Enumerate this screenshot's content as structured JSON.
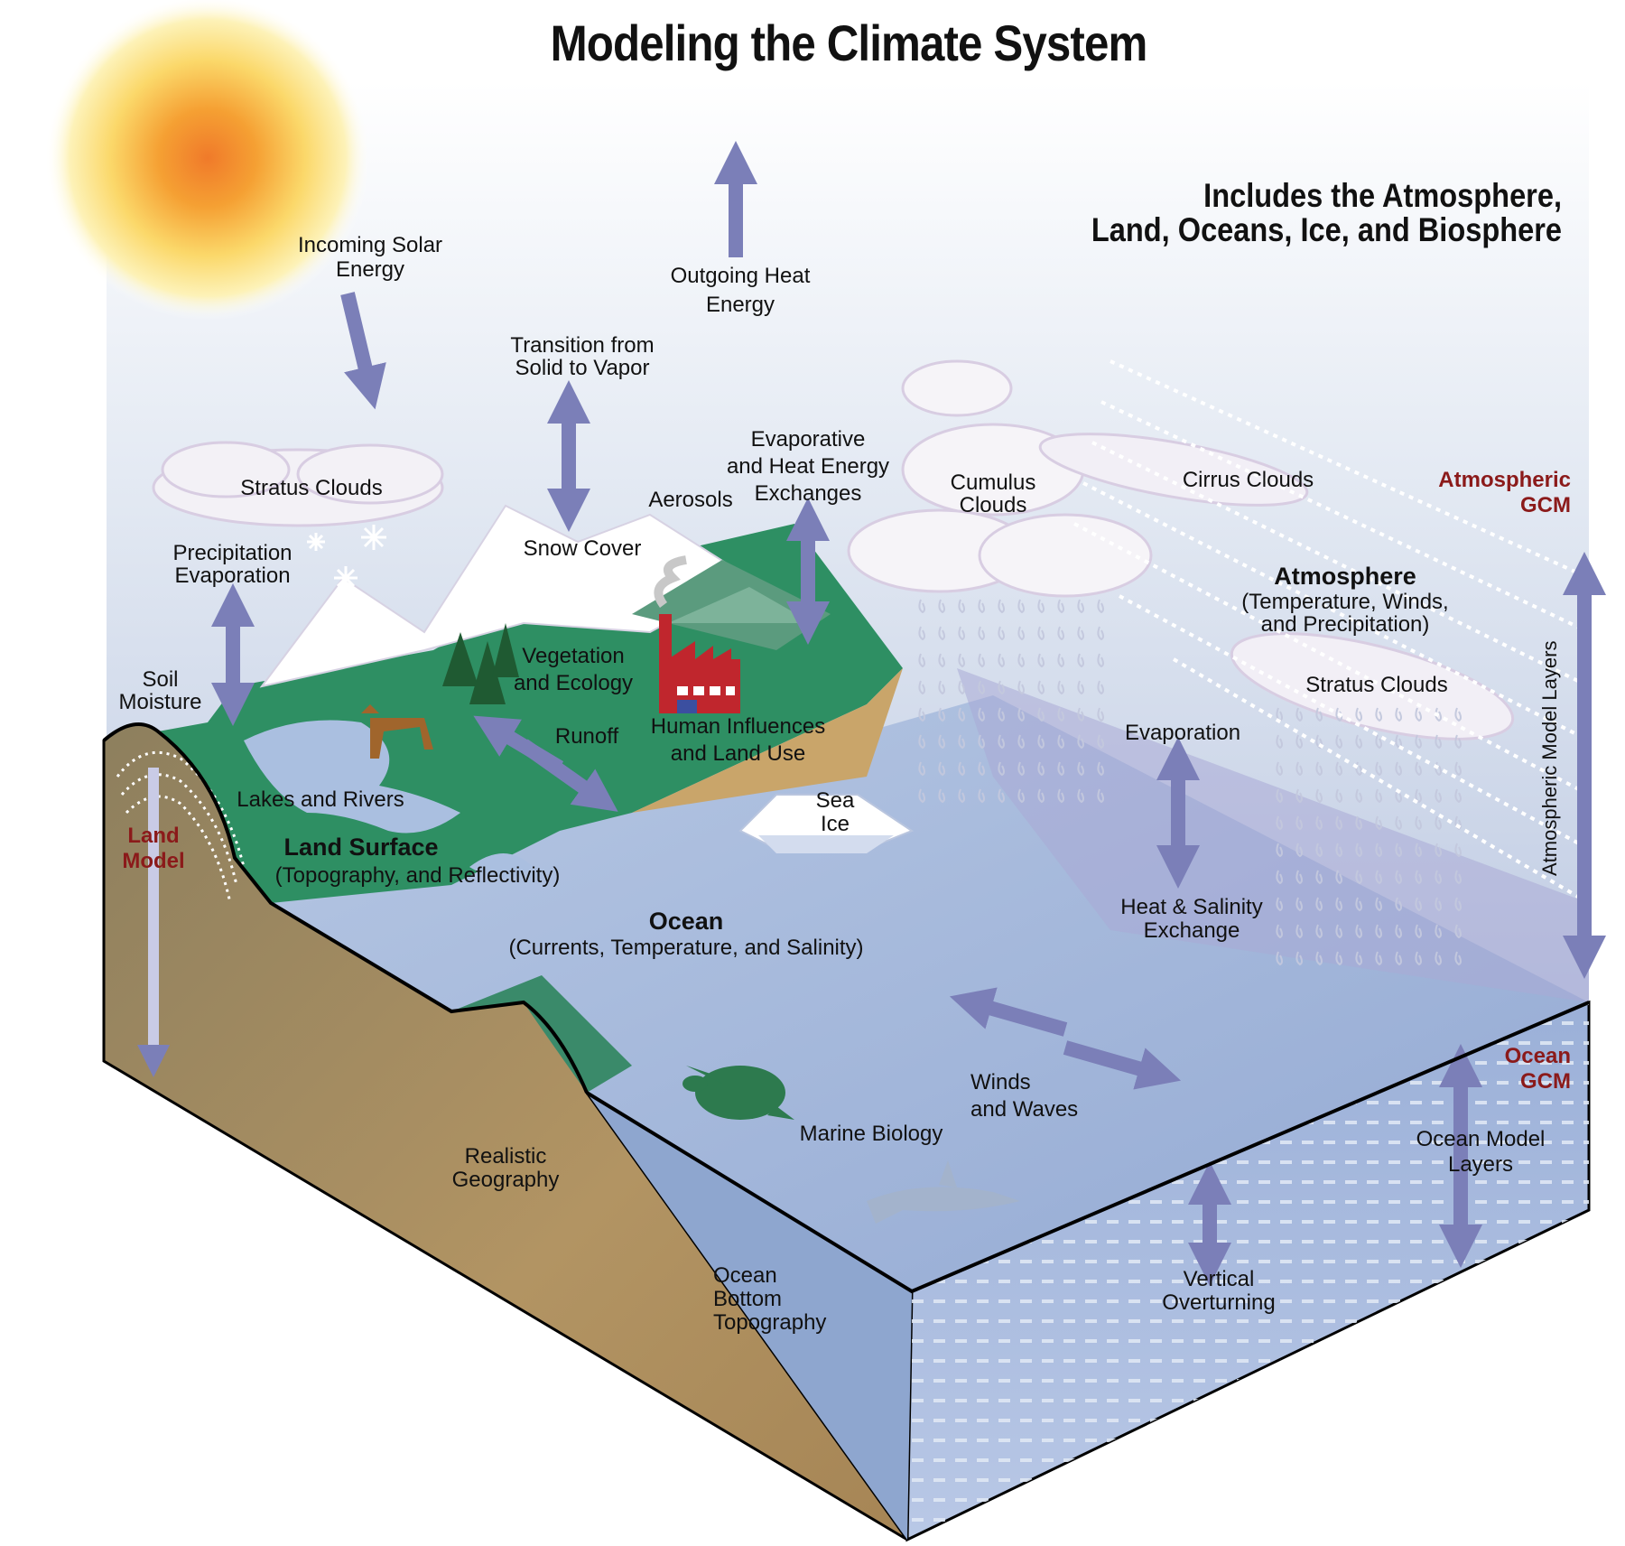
{
  "title": "Modeling the Climate System",
  "subtitle": "Includes the Atmosphere,\nLand, Oceans, Ice, and Biosphere",
  "colors": {
    "arrow": "#7b7fb8",
    "land_green": "#2e8f63",
    "ground_brown": "#a88a5b",
    "ocean_blue": "#9fb6d9",
    "sky_top": "#ffffff",
    "model_label": "#8b1a1a"
  },
  "labels": {
    "incoming_solar": "Incoming Solar\nEnergy",
    "outgoing_heat": "Outgoing Heat\nEnergy",
    "transition": "Transition from\nSolid to Vapor",
    "evaporative_exchanges": "Evaporative\nand Heat Energy\nExchanges",
    "aerosols": "Aerosols",
    "stratus_left": "Stratus Clouds",
    "precip_evap": "Precipitation\nEvaporation",
    "snow_cover": "Snow Cover",
    "soil_moisture": "Soil\nMoisture",
    "vegetation": "Vegetation\nand Ecology",
    "runoff": "Runoff",
    "human_influences": "Human Influences\nand Land Use",
    "lakes_rivers": "Lakes and Rivers",
    "land_model": "Land\nModel",
    "land_surface": "Land Surface",
    "land_surface_sub": "(Topography, and Reflectivity)",
    "cumulus": "Cumulus\nClouds",
    "cirrus": "Cirrus Clouds",
    "atmospheric_gcm": "Atmospheric\nGCM",
    "atmosphere": "Atmosphere",
    "atmosphere_sub": "(Temperature, Winds,\nand Precipitation)",
    "stratus_right": "Stratus Clouds",
    "evaporation": "Evaporation",
    "atmo_layers": "Atmospheric Model Layers",
    "sea_ice": "Sea\nIce",
    "ocean": "Ocean",
    "ocean_sub": "(Currents, Temperature, and Salinity)",
    "heat_salinity": "Heat & Salinity\nExchange",
    "ocean_gcm": "Ocean\nGCM",
    "winds_waves": "Winds\nand Waves",
    "marine_biology": "Marine Biology",
    "ocean_layers": "Ocean Model\nLayers",
    "realistic_geography": "Realistic\nGeography",
    "ocean_bottom": "Ocean\n Bottom\n     Topography",
    "vertical_overturning": "Vertical\nOverturning"
  },
  "icons": [
    "sun-icon",
    "snowflake-icon",
    "tree-icon",
    "deer-icon",
    "factory-icon",
    "turtle-icon",
    "shark-icon",
    "rain-icon"
  ]
}
